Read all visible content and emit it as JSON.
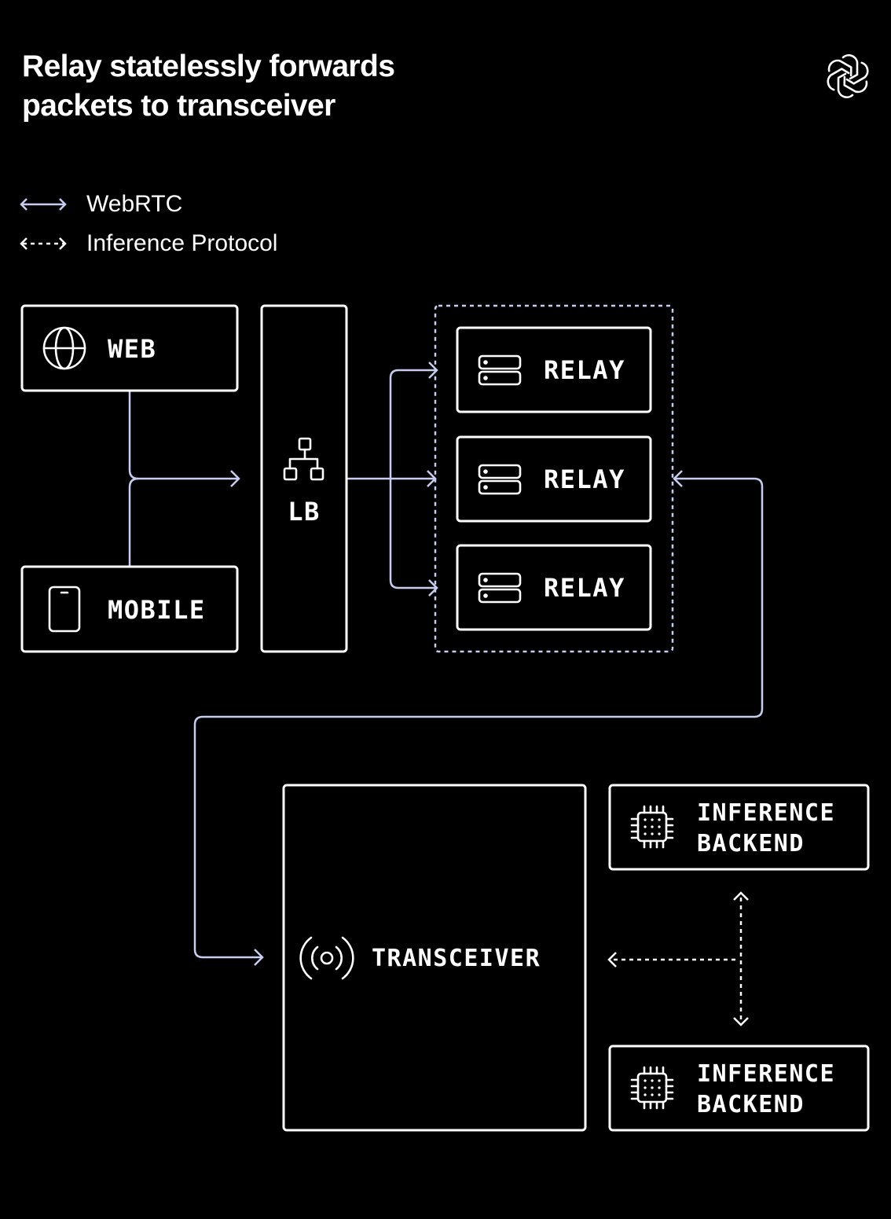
{
  "title_lines": [
    "Relay statelessly forwards",
    "packets to transceiver"
  ],
  "legend": {
    "webrtc": "WebRTC",
    "inference_protocol": "Inference Protocol"
  },
  "nodes": {
    "web": "WEB",
    "mobile": "MOBILE",
    "lb": "LB",
    "relay_1": "RELAY",
    "relay_2": "RELAY",
    "relay_3": "RELAY",
    "transceiver": "TRANSCEIVER",
    "inference_backend_1": [
      "INFERENCE",
      "BACKEND"
    ],
    "inference_backend_2": [
      "INFERENCE",
      "BACKEND"
    ]
  },
  "icons": {
    "logo": "openai-logo-icon",
    "web": "globe-icon",
    "mobile": "phone-icon",
    "lb": "network-tree-icon",
    "relay": "server-icon",
    "transceiver": "broadcast-icon",
    "backend": "cpu-chip-icon"
  },
  "colors": {
    "background": "#000000",
    "foreground": "#ffffff",
    "webrtc_line": "#c8ccf0"
  }
}
